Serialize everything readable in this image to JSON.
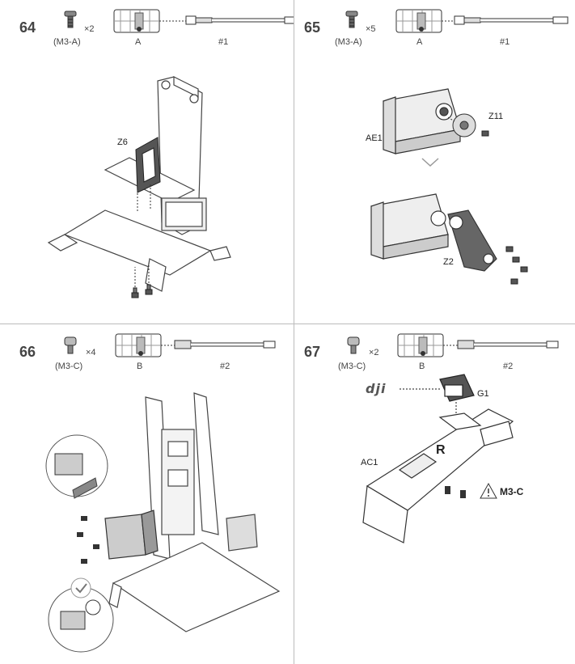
{
  "steps": [
    {
      "number": "64",
      "screw_qty": "×2",
      "screw_type": "(M3-A)",
      "tool_label": "A",
      "cable_label": "#1",
      "parts": [
        "Z6"
      ]
    },
    {
      "number": "65",
      "screw_qty": "×5",
      "screw_type": "(M3-A)",
      "tool_label": "A",
      "cable_label": "#1",
      "parts": [
        "AE1",
        "Z11",
        "Z2"
      ]
    },
    {
      "number": "66",
      "screw_qty": "×4",
      "screw_type": "(M3-C)",
      "tool_label": "B",
      "cable_label": "#2",
      "parts": []
    },
    {
      "number": "67",
      "screw_qty": "×2",
      "screw_type": "(M3-C)",
      "tool_label": "B",
      "cable_label": "#2",
      "parts": [
        "G1",
        "AC1"
      ],
      "warning_label": "M3-C",
      "brand_logo": "dji"
    }
  ],
  "icons": [
    "screw-icon",
    "tool-icon",
    "cable-icon",
    "warning-icon",
    "check-icon",
    "arrow-icon"
  ]
}
